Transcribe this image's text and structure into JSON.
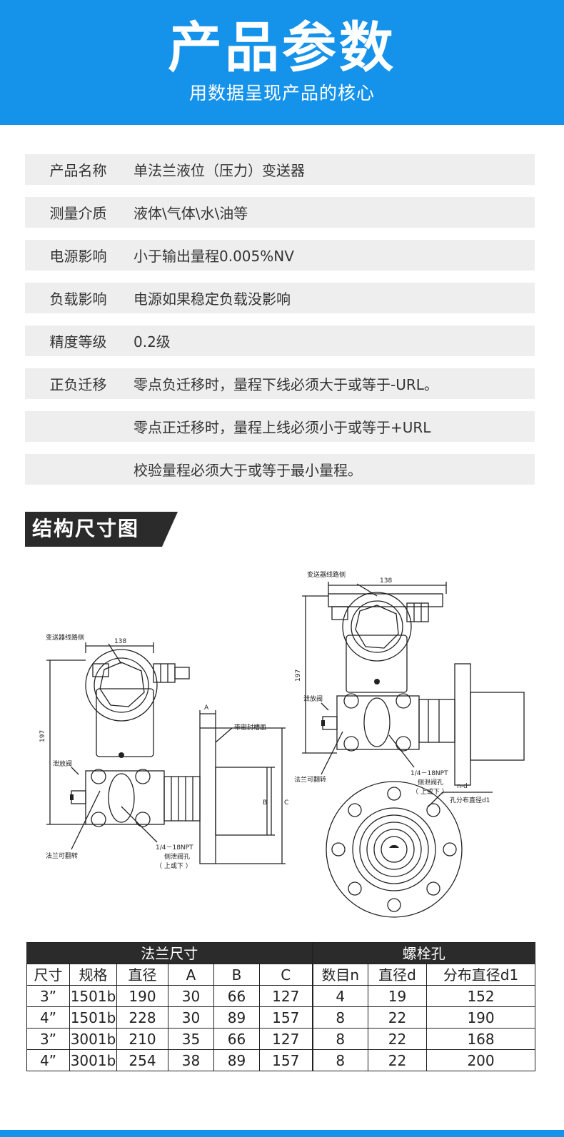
{
  "banner": {
    "title": "产品参数",
    "subtitle": "用数据呈现产品的核心"
  },
  "params": [
    {
      "key": "产品名称",
      "value": "单法兰液位（压力）变送器"
    },
    {
      "key": "测量介质",
      "value": "液体\\气体\\水\\油等"
    },
    {
      "key": "电源影响",
      "value": "小于输出量程0.005%NV"
    },
    {
      "key": "负载影响",
      "value": "电源如果稳定负载没影响"
    },
    {
      "key": "精度等级",
      "value": "0.2级"
    },
    {
      "key": "正负迁移",
      "value": "零点负迁移时，量程下线必须大于或等于-URL。"
    },
    {
      "key": "",
      "value": "零点正迁移时，量程上线必须小于或等于+URL"
    },
    {
      "key": "",
      "value": "校验量程必须大于或等于最小量程。"
    }
  ],
  "section": {
    "title": "结构尺寸图"
  },
  "drawing": {
    "left": {
      "wiring_side": "变送器线路侧",
      "width_dim": "138",
      "height_dim": "197",
      "dim_a": "A",
      "dim_b": "B",
      "dim_c": "C",
      "seal_face": "带密封槽面",
      "drain_valve": "泄放阀",
      "flange_rotatable": "法兰可翻转",
      "npt": "1/4－18NPT",
      "side_vent": "侧泄阀孔",
      "up_down": "（ 上或下 ）"
    },
    "right": {
      "wiring_side": "变送器线路侧",
      "width_dim": "138",
      "height_dim": "197",
      "drain_valve": "泄放阀",
      "flange_rotatable": "法兰可翻转",
      "npt": "1/4－18NPT",
      "side_vent": "侧泄阀孔",
      "up_down": "（ 上或下 ）",
      "n_d": "n-d",
      "pitch": "孔分布直径d1"
    }
  },
  "table": {
    "group_headers": {
      "flange": "法兰尺寸",
      "bolt": "螺栓孔"
    },
    "columns": [
      "尺寸",
      "规格",
      "直径",
      "A",
      "B",
      "C",
      "数目n",
      "直径d",
      "分布直径d1"
    ],
    "rows": [
      [
        "3”",
        "1501b",
        "190",
        "30",
        "66",
        "127",
        "4",
        "19",
        "152"
      ],
      [
        "4”",
        "1501b",
        "228",
        "30",
        "89",
        "157",
        "8",
        "22",
        "190"
      ],
      [
        "3”",
        "3001b",
        "210",
        "35",
        "66",
        "127",
        "8",
        "22",
        "168"
      ],
      [
        "4”",
        "3001b",
        "254",
        "38",
        "89",
        "157",
        "8",
        "22",
        "200"
      ]
    ]
  },
  "colors": {
    "brand_blue": "#1592ea",
    "section_dark": "#2b2b2b",
    "row_gray": "#eeeeee"
  }
}
